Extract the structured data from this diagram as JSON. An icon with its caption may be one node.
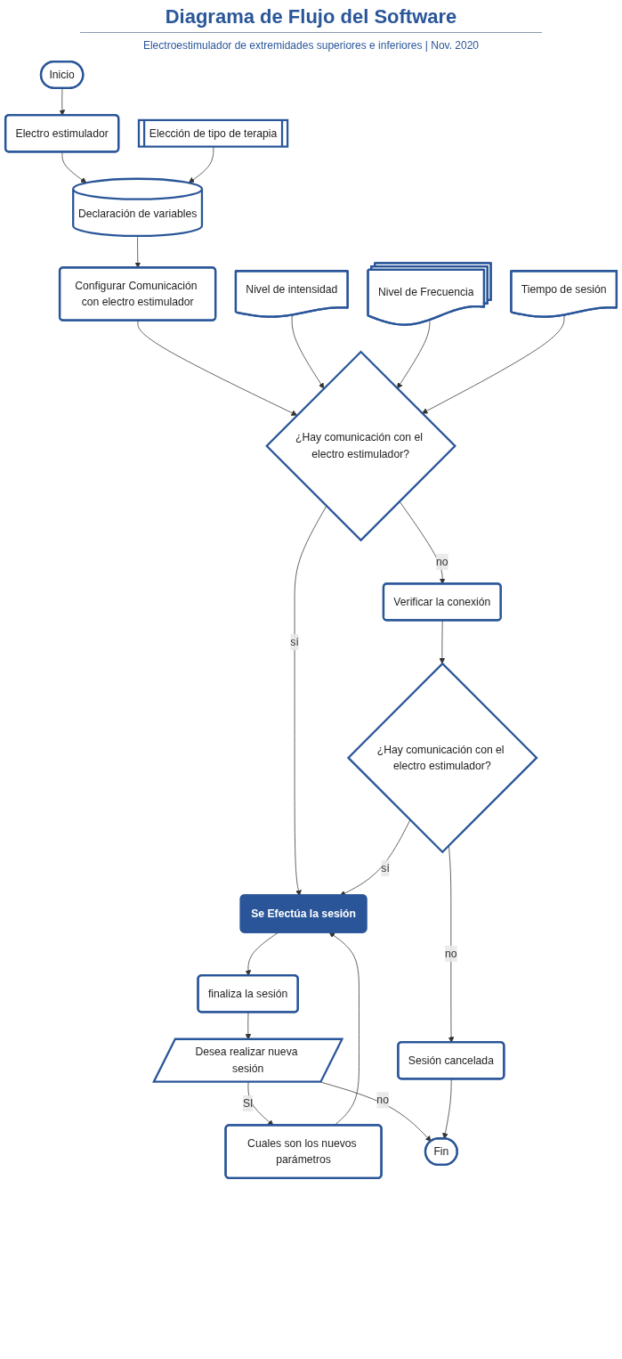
{
  "diagram": {
    "title": "Diagrama de Flujo del Software",
    "caption": "Electroestimulador de extremidades superiores e inferiores | Nov. 2020",
    "nodes": [
      {
        "text": [
          "Inicio"
        ]
      },
      {
        "text": [
          "Electro estimulador"
        ]
      },
      {
        "text": [
          "Declaración de variables"
        ]
      },
      {
        "text": [
          "Elección de tipo de terapia"
        ]
      },
      {
        "text": [
          "Configurar Comunicación con electro estimulador"
        ]
      },
      {
        "text": [
          "Nivel de intensidad"
        ]
      },
      {
        "text": [
          "Verificar la conexión"
        ]
      },
      {
        "text": [
          "¿Hay comunicación con el electro estimulador?"
        ]
      },
      {
        "text": [
          "Nivel de Frecuencia"
        ]
      },
      {
        "text": [
          "Tiempo de sesión"
        ]
      },
      {
        "text": [
          "¿Hay comunicación con el electro estimulador?"
        ]
      },
      {
        "text": [
          "Se Efectúa la sesión"
        ]
      },
      {
        "text": [
          "finaliza la sesión"
        ]
      },
      {
        "text": [
          "Sesión cancelada"
        ]
      },
      {
        "text": [
          "Desea realizar nueva sesión"
        ]
      },
      {
        "text": [
          "Cuales son los nuevos parámetros"
        ]
      },
      {
        "text": [
          "Fin"
        ]
      }
    ],
    "edges": [
      {
        "from": 0,
        "to": 1,
        "arrow": "to"
      },
      {
        "from": 1,
        "to": 2,
        "arrow": "to"
      },
      {
        "from": 3,
        "to": 2,
        "arrow": "to"
      },
      {
        "from": 2,
        "to": 4,
        "arrow": "to"
      },
      {
        "from": 4,
        "to": 7,
        "arrow": "to"
      },
      {
        "from": 5,
        "to": 7,
        "arrow": "to"
      },
      {
        "from": 8,
        "to": 7,
        "arrow": "to"
      },
      {
        "from": 9,
        "to": 7,
        "arrow": "to"
      },
      {
        "from": 7,
        "to": 6,
        "label": "no",
        "arrow": "to"
      },
      {
        "from": 7,
        "to": 11,
        "label": "sí",
        "arrow": "to"
      },
      {
        "from": 6,
        "to": 10,
        "arrow": "to"
      },
      {
        "from": 10,
        "to": 11,
        "label": "sí",
        "arrow": "to"
      },
      {
        "from": 10,
        "to": 13,
        "label": "no",
        "arrow": "to"
      },
      {
        "from": 11,
        "to": 12,
        "arrow": "to"
      },
      {
        "from": 12,
        "to": 14,
        "arrow": "to"
      },
      {
        "from": 14,
        "to": 15,
        "label": "SI",
        "arrow": "to"
      },
      {
        "from": 15,
        "to": 11,
        "arrow": "to"
      },
      {
        "from": 14,
        "to": 16,
        "label": "no",
        "arrow": "to"
      },
      {
        "from": 13,
        "to": 16,
        "arrow": "to"
      }
    ]
  }
}
